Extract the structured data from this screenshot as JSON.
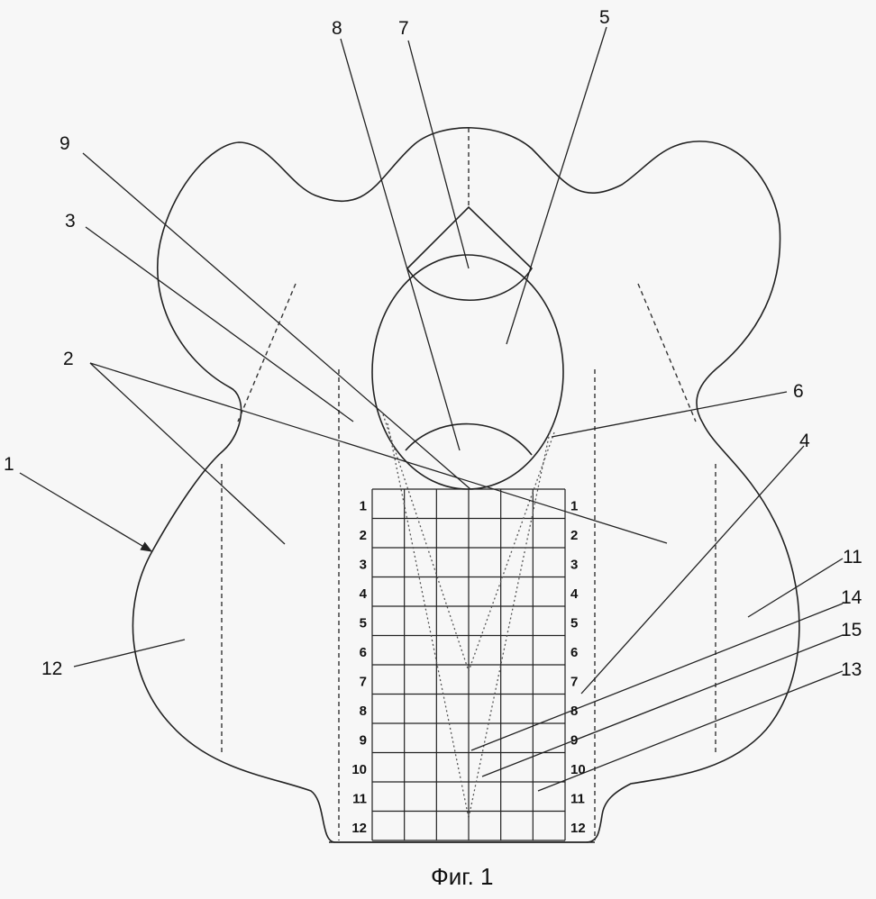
{
  "references": {
    "r1": "1",
    "r2": "2",
    "r3": "3",
    "r4": "4",
    "r5": "5",
    "r6": "6",
    "r7": "7",
    "r8": "8",
    "r9": "9",
    "r11": "11",
    "r12": "12",
    "r13": "13",
    "r14": "14",
    "r15": "15"
  },
  "grid_rows": [
    "1",
    "2",
    "3",
    "4",
    "5",
    "6",
    "7",
    "8",
    "9",
    "10",
    "11",
    "12"
  ],
  "caption": "Фиг. 1"
}
